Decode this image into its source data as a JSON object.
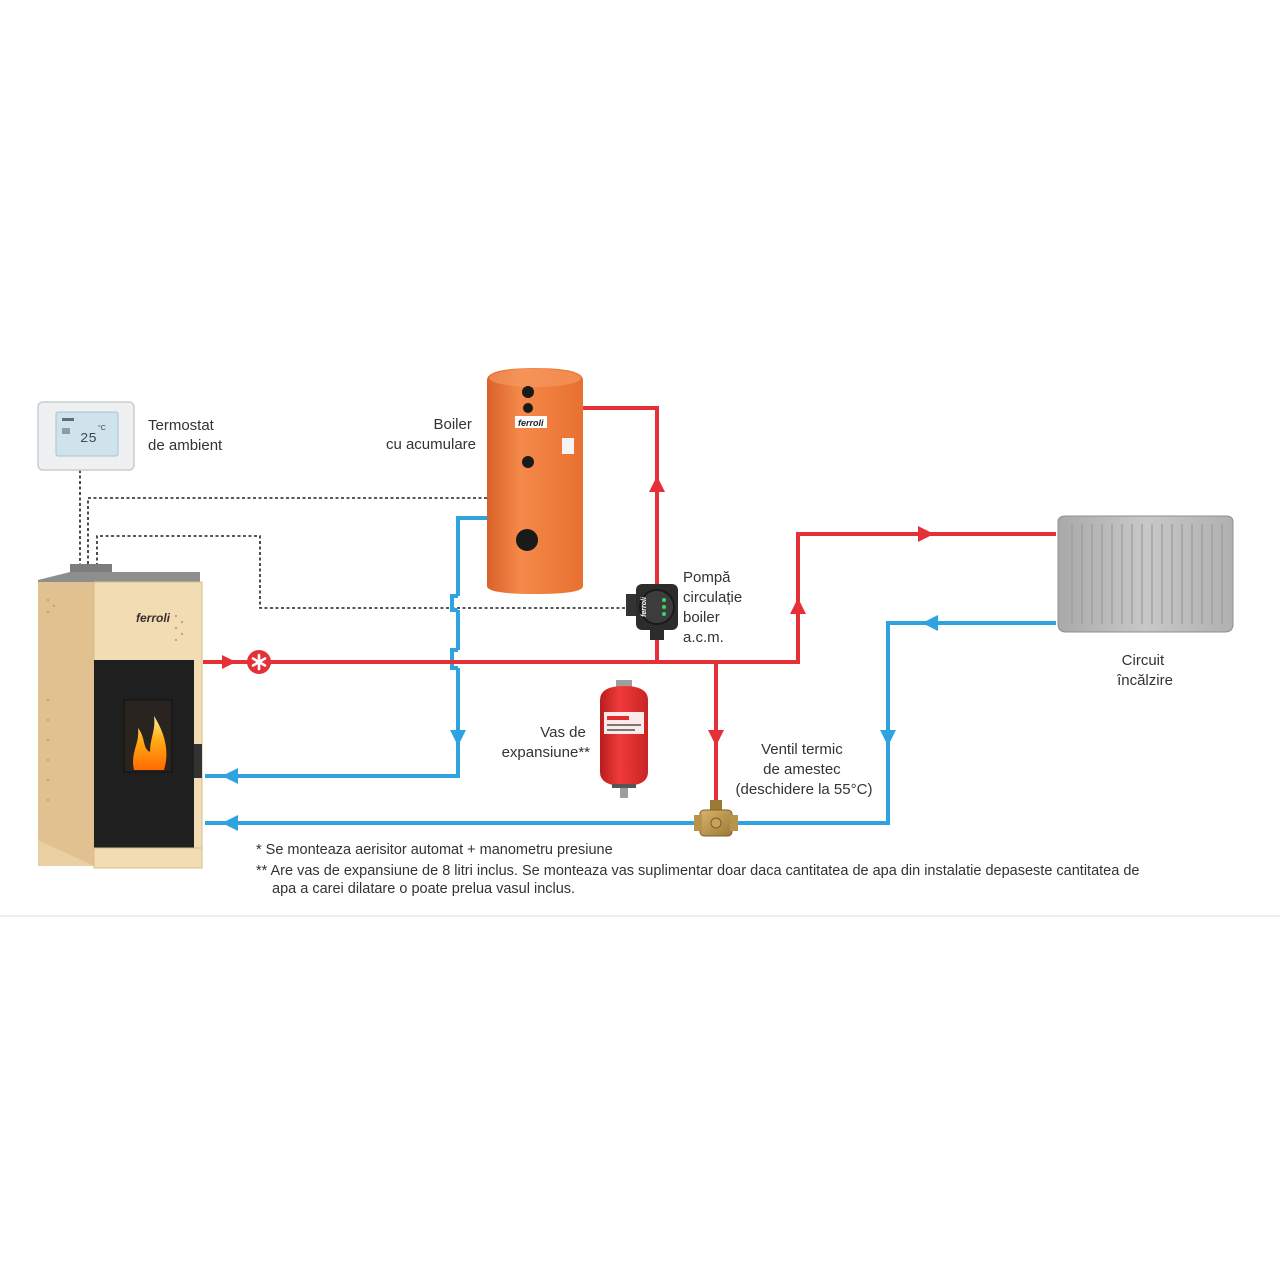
{
  "labels": {
    "thermostat": [
      "Termostat",
      "de ambient"
    ],
    "boiler": [
      "Boiler",
      "cu acumulare"
    ],
    "pump": [
      "Pompă",
      "circulație",
      "boiler",
      "a.c.m."
    ],
    "expansion_vessel": [
      "Vas de",
      "expansiune**"
    ],
    "mixing_valve": [
      "Ventil termic",
      "de amestec",
      "(deschidere la 55°C)"
    ],
    "heating_circuit": [
      "Circuit",
      "încălzire"
    ]
  },
  "thermostat_display": {
    "temperature": "25",
    "mode": "°C"
  },
  "brand": "ferroli",
  "notes": [
    "*  Se monteaza aerisitor automat + manometru presiune",
    "** Are vas de expansiune de 8 litri inclus. Se monteaza vas suplimentar doar daca cantitatea de apa din instalatie depaseste cantitatea de",
    "apa a carei dilatare o poate prelua vasul inclus."
  ],
  "colors": {
    "hot_water": "#e63037",
    "cold_water": "#2ea3e0",
    "control_wire": "#222222",
    "boiler_tank": "#f07c3c",
    "stove_body": "#f2dcb4",
    "expansion_vessel": "#e02b2b",
    "radiator": "#b9b9b9"
  }
}
